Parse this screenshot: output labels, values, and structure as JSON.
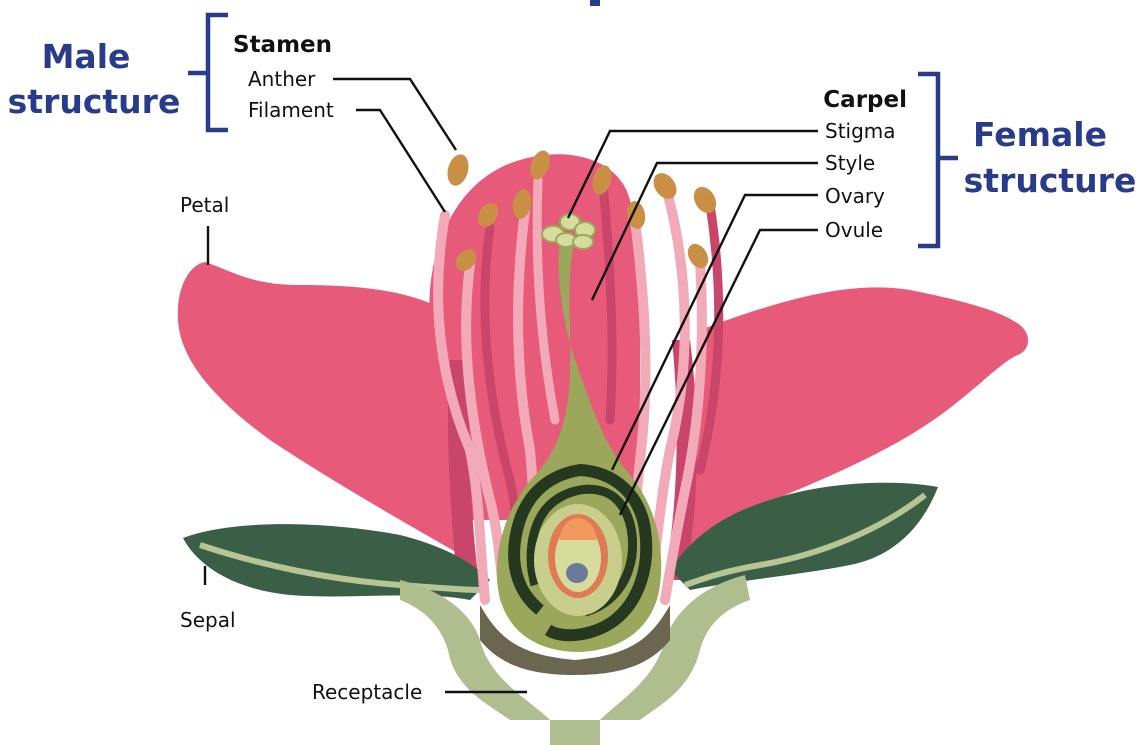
{
  "labels": {
    "male_line1": "Male",
    "male_line2": "structure",
    "female_line1": "Female",
    "female_line2": "structure",
    "stamen": "Stamen",
    "anther": "Anther",
    "filament": "Filament",
    "carpel": "Carpel",
    "stigma": "Stigma",
    "style": "Style",
    "ovary": "Ovary",
    "ovule": "Ovule",
    "petal": "Petal",
    "sepal": "Sepal",
    "receptacle": "Receptacle"
  },
  "colors": {
    "petal": "#e85a7a",
    "petal_dark": "#c9456a",
    "filament": "#f2a9b8",
    "anther": "#c98f45",
    "sepal": "#3b5e46",
    "sepal_vein": "#b7c493",
    "receptacle": "#b0bd8e",
    "receptacle_dark": "#6b6650",
    "carpel": "#9ba75a",
    "ovary_wall": "#26381f",
    "ovule_outer": "#c8cf8c",
    "ovule_ring": "#e07a55",
    "ovule_inner": "#d6dd9c",
    "egg": "#6b7a9a",
    "bracket": "#283c8a"
  }
}
